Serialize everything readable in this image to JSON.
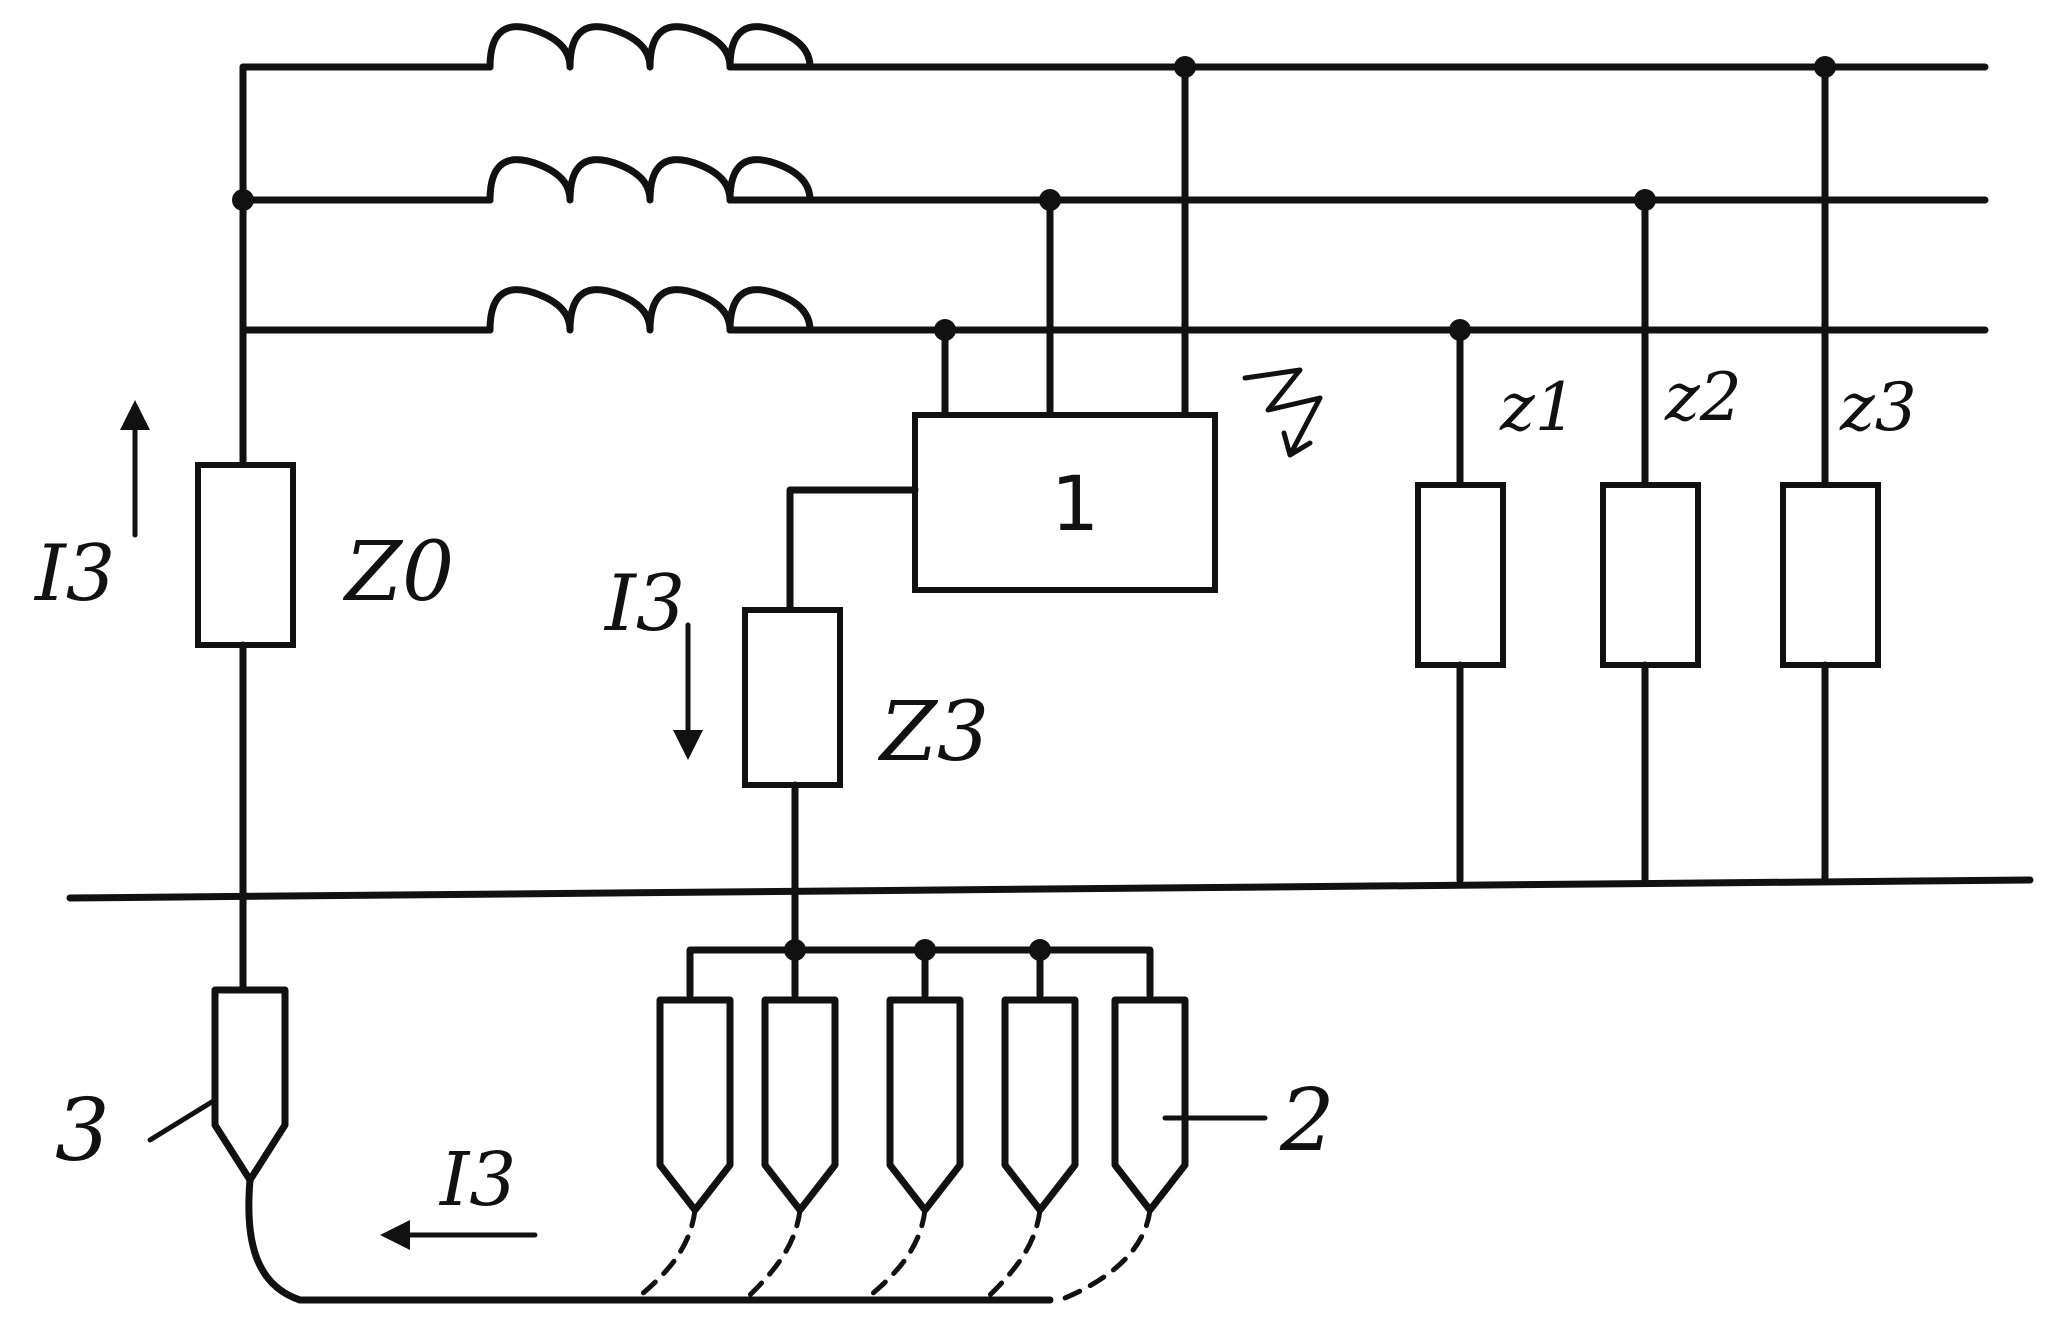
{
  "labels": {
    "z0": "Z0",
    "z3_ground": "Z3",
    "i3_left": "I3",
    "i3_mid": "I3",
    "i3_bottom": "I3",
    "z1": "z1",
    "z2": "z2",
    "z3": "z3",
    "device_1": "1",
    "ground_group_2": "2",
    "ground_electrode_3": "3"
  },
  "colors": {
    "ink": "#111111",
    "paper": "#ffffff"
  }
}
